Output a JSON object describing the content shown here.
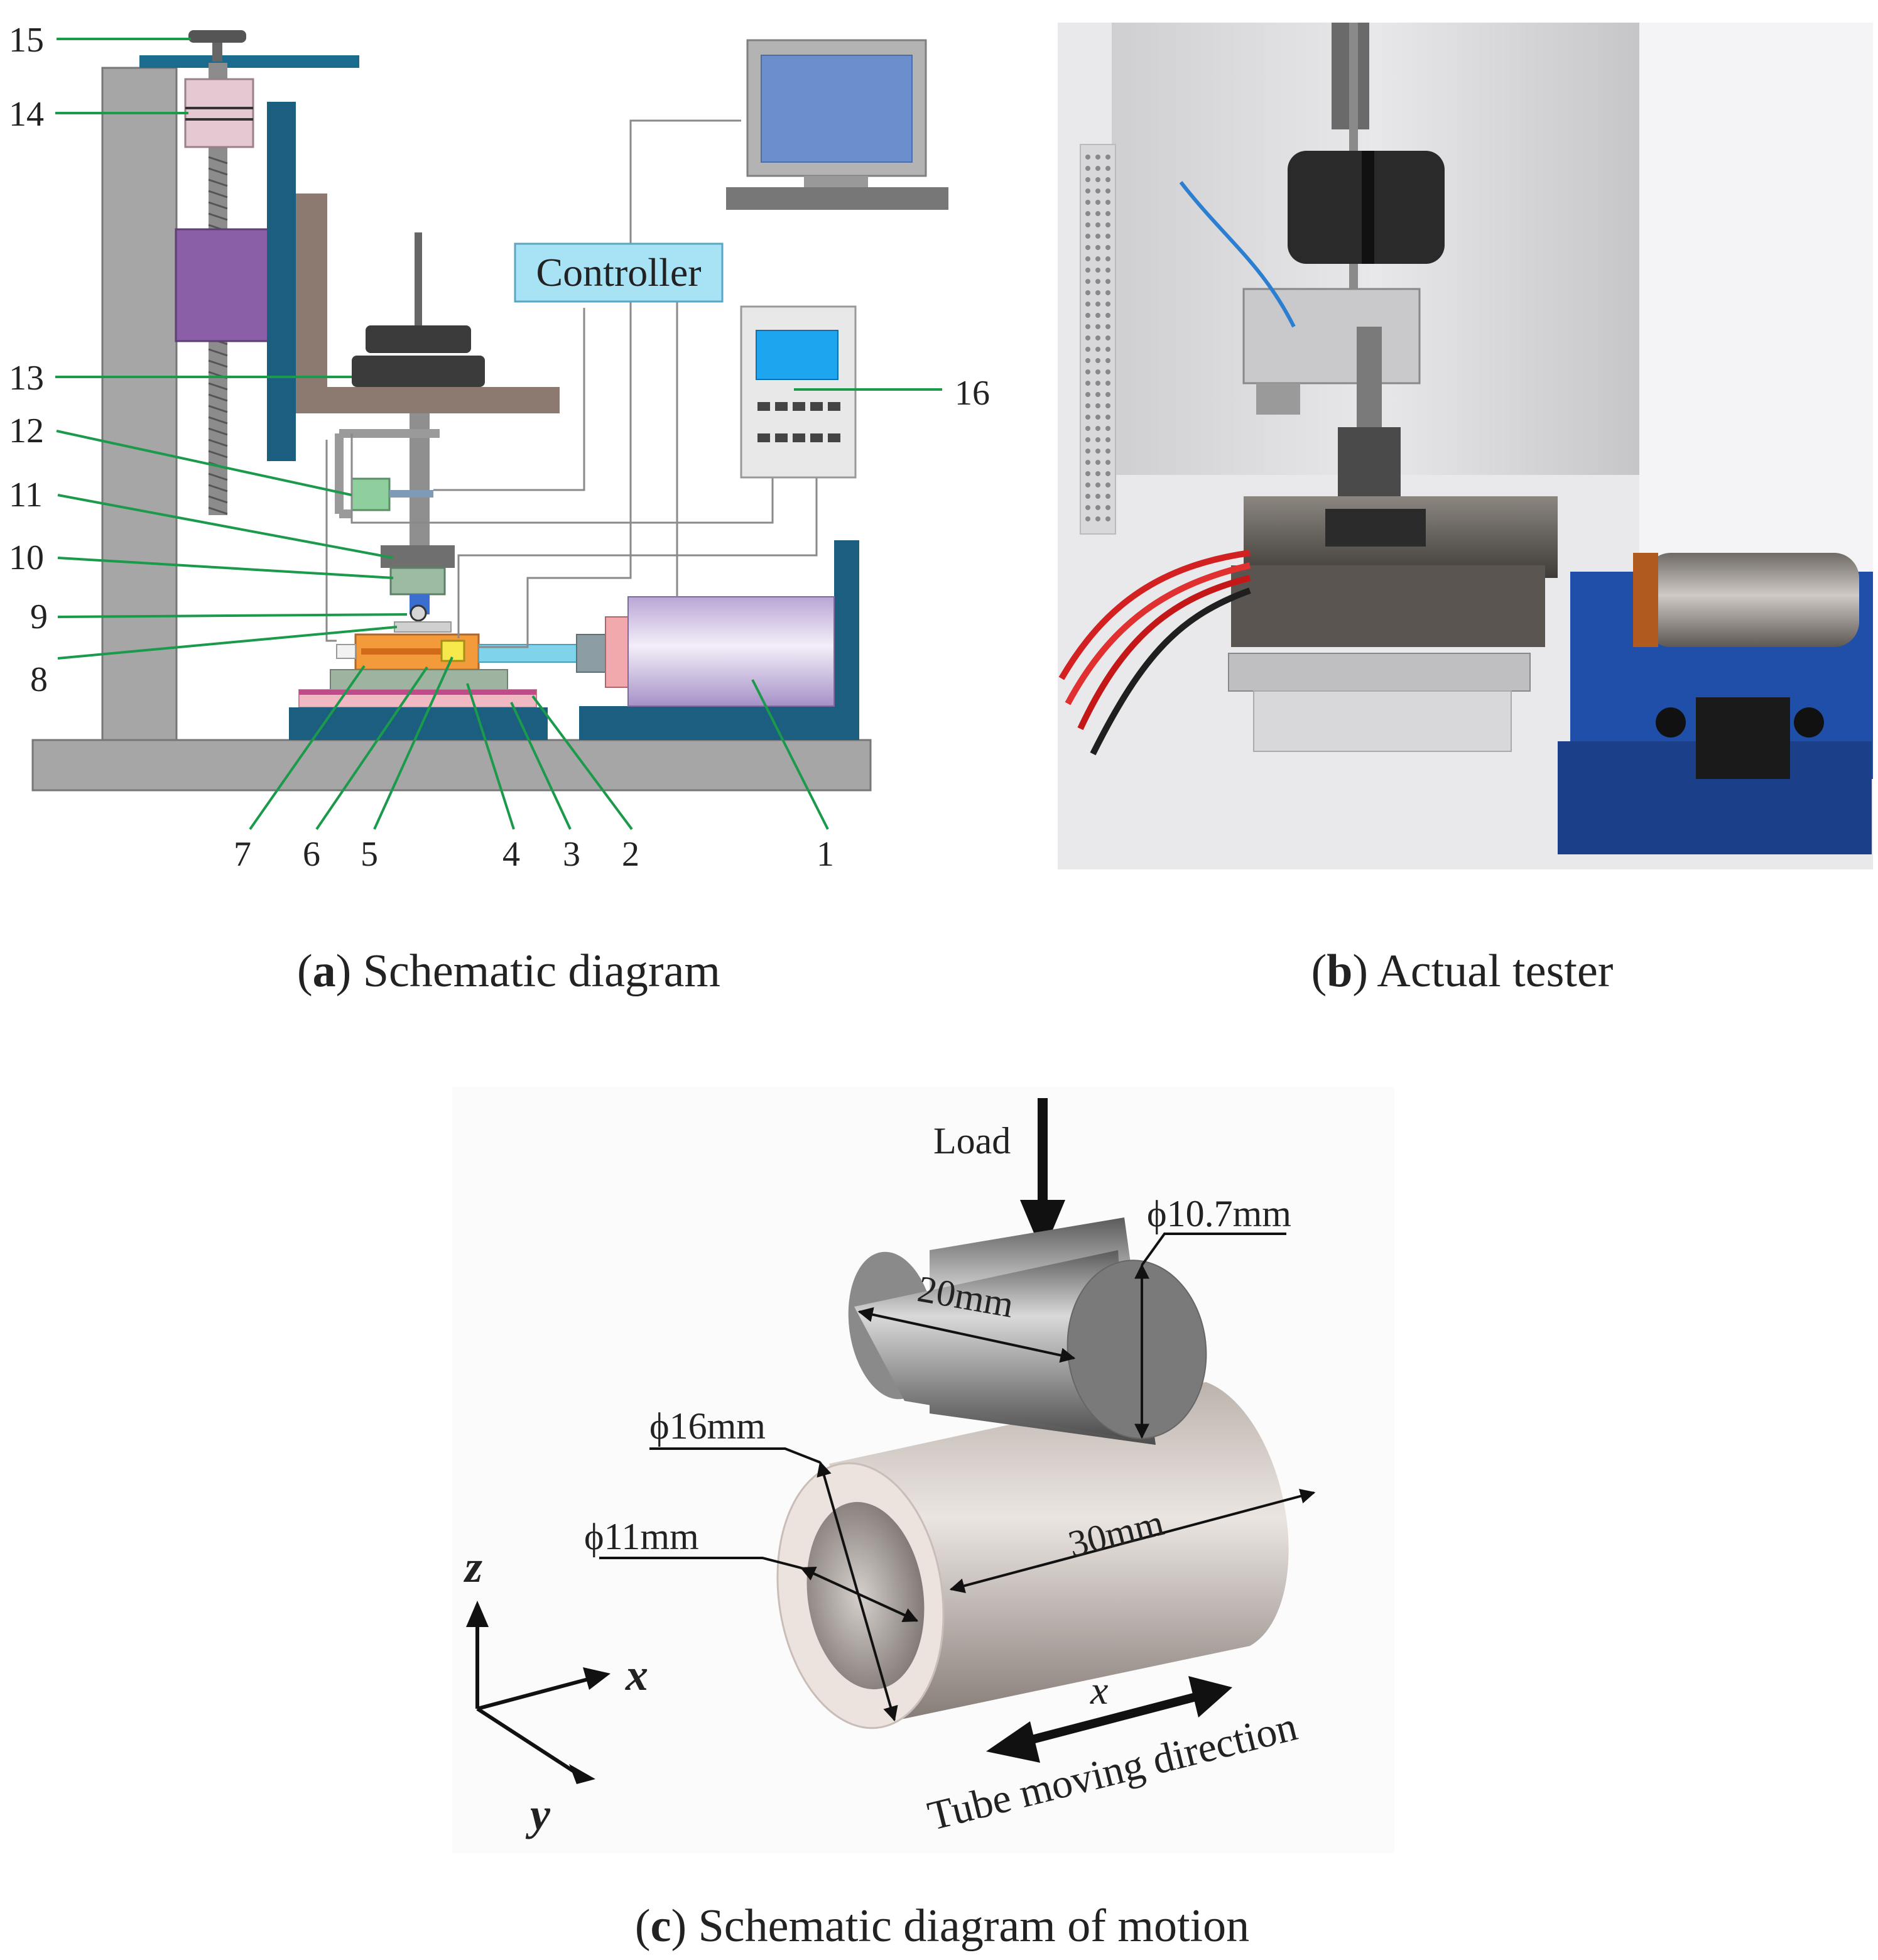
{
  "panel_a": {
    "controller_label": "Controller",
    "callouts": [
      "1",
      "2",
      "3",
      "4",
      "5",
      "6",
      "7",
      "8",
      "9",
      "10",
      "11",
      "12",
      "13",
      "14",
      "15",
      "16"
    ],
    "caption_letter": "a",
    "caption_text": ") Schematic diagram"
  },
  "panel_b": {
    "caption_letter": "b",
    "caption_text": ") Actual tester"
  },
  "panel_c": {
    "load_label": "Load",
    "dims": {
      "upper_diameter": "ϕ10.7mm",
      "upper_length": "20mm",
      "outer_diameter": "ϕ16mm",
      "inner_diameter": "ϕ11mm",
      "lower_length": "30mm"
    },
    "axes": {
      "z": "z",
      "x": "x",
      "y": "y"
    },
    "motion_x": "x",
    "motion_label": "Tube moving direction",
    "caption_letter": "c",
    "caption_text": ") Schematic diagram of motion"
  },
  "caption_open": "("
}
